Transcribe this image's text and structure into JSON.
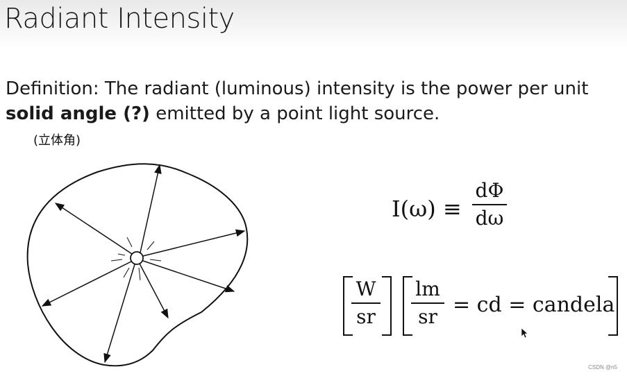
{
  "title": "Radiant Intensity",
  "definition": {
    "part1": "Definition: The radiant (luminous) intensity is the power per unit",
    "bold": "solid angle (?)",
    "part2": " emitted by a point light source."
  },
  "note": "(立体角)",
  "equation1": {
    "lhs": "I(ω) ≡",
    "numerator": "dΦ",
    "denominator": "dω"
  },
  "equation2": {
    "units1_num": "W",
    "units1_den": "sr",
    "units2_num": "lm",
    "units2_den": "sr",
    "rest": "= cd = candela"
  },
  "watermark": "CSDN @n5",
  "colors": {
    "ink": "#111111",
    "title_band": "#e9e9e9"
  }
}
